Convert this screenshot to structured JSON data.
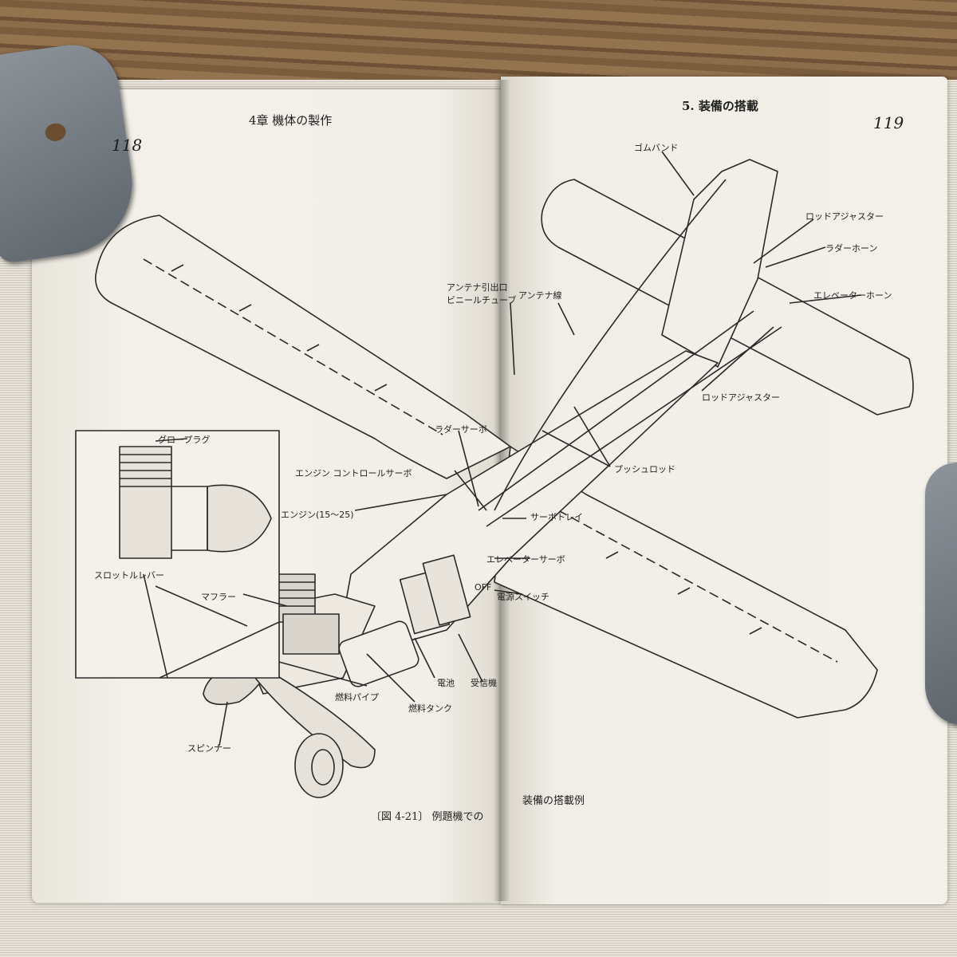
{
  "left_page": {
    "page_number": "118",
    "header": "4章 機体の製作"
  },
  "right_page": {
    "page_number": "119",
    "header": "5. 装備の搭載"
  },
  "labels": {
    "rubber_band": "ゴムバンド",
    "rod_adjuster_top": "ロッドアジャスター",
    "rudder_horn": "ラダーホーン",
    "elevator_horn": "エレベーターホーン",
    "antenna_exit": "アンテナ引出口",
    "vinyl_tube": "ビニールチューブ",
    "antenna_wire": "アンテナ線",
    "rod_adjuster_bottom": "ロッドアジャスター",
    "glow_plug": "グロープラグ",
    "rudder_servo": "ラダーサーボ",
    "push_rod": "プッシュロッド",
    "engine_control_servo": "エンジン コントロールサーボ",
    "servo_tray": "サーボトレイ",
    "engine": "エンジン(15〜25)",
    "throttle_lever": "スロットルレバー",
    "elevator_servo": "エレベーターサーボ",
    "muffler": "マフラー",
    "off": "OFF",
    "power_switch": "電源スイッチ",
    "battery": "電池",
    "receiver": "受信機",
    "fuel_pipe": "燃料パイプ",
    "fuel_tank": "燃料タンク",
    "spinner": "スピンナー"
  },
  "caption": {
    "left": "〔図 4-21〕 例題機での",
    "right": "装備の搭載例"
  }
}
